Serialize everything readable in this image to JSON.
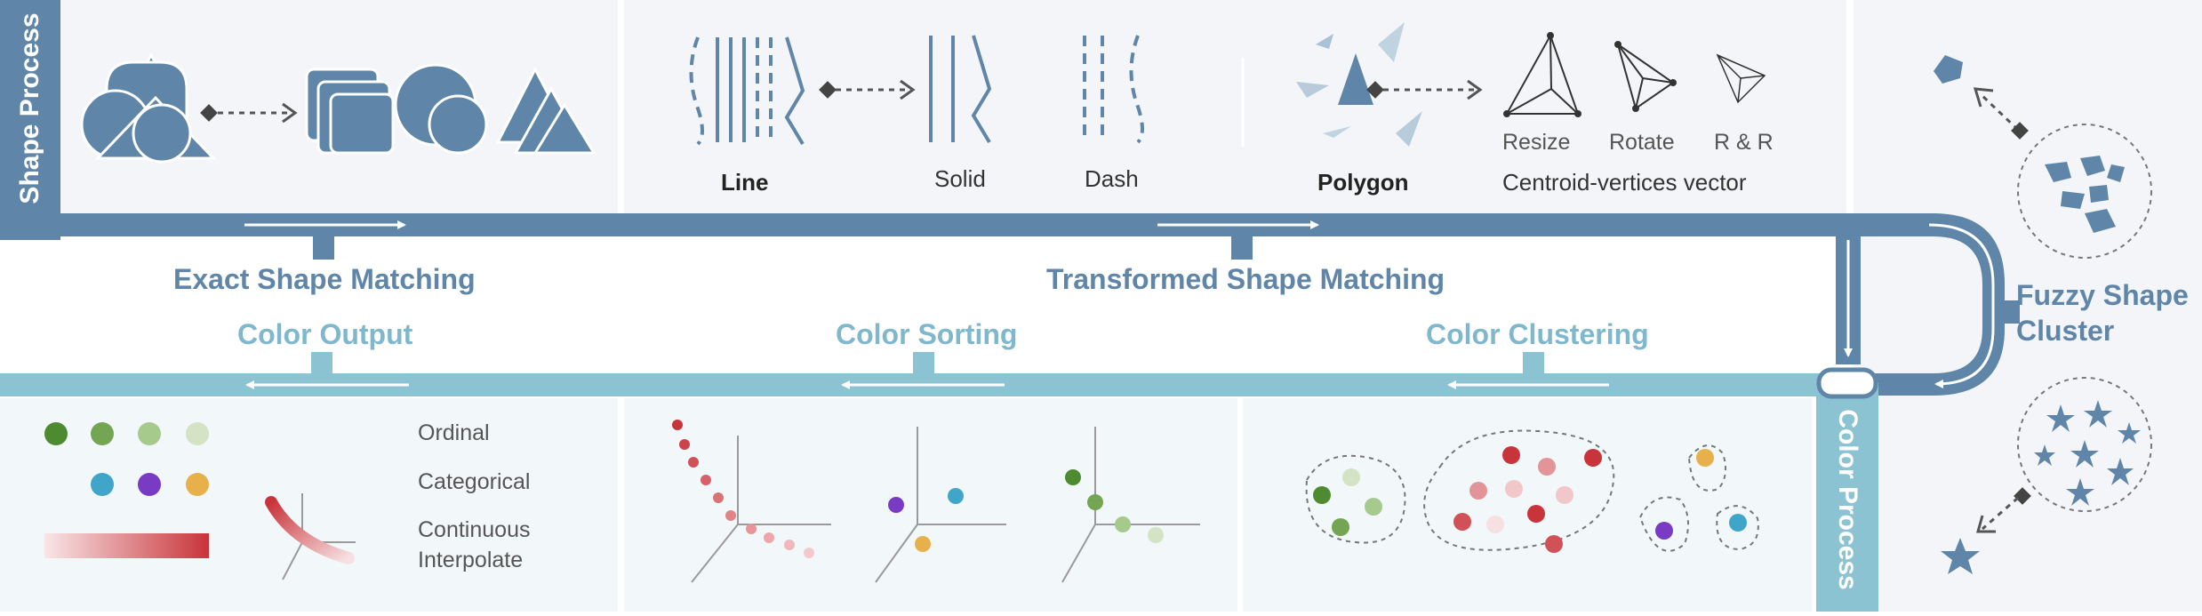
{
  "labels": {
    "shape_process": "Shape Process",
    "color_process": "Color Process",
    "exact_shape_matching": "Exact Shape Matching",
    "transformed_shape_matching": "Transformed Shape Matching",
    "fuzzy_shape_cluster_line1": "Fuzzy Shape",
    "fuzzy_shape_cluster_line2": "Cluster",
    "color_output": "Color Output",
    "color_sorting": "Color Sorting",
    "color_clustering": "Color Clustering",
    "line": "Line",
    "solid": "Solid",
    "dash": "Dash",
    "polygon": "Polygon",
    "centroid_vertices_vector": "Centroid-vertices vector",
    "resize": "Resize",
    "rotate": "Rotate",
    "r_and_r": "R & R",
    "ordinal": "Ordinal",
    "categorical": "Categorical",
    "continuous": "Continuous",
    "interpolate": "Interpolate"
  },
  "colors": {
    "shape_blue": "#5f86a8",
    "color_teal": "#8cc3d3",
    "panel_bg": "#f3f5f8",
    "panel_bg_light": "#f2f7fa",
    "axis_gray": "#9a9a9a",
    "ordinal_dots": [
      "#4e8a2f",
      "#74a552",
      "#a6c98c",
      "#d3e3c4"
    ],
    "categorical_dots": [
      "#3fa6c9",
      "#7a3bc4",
      "#e8b04a"
    ],
    "gradient": [
      "#c8343a",
      "#f7e3e4"
    ]
  }
}
